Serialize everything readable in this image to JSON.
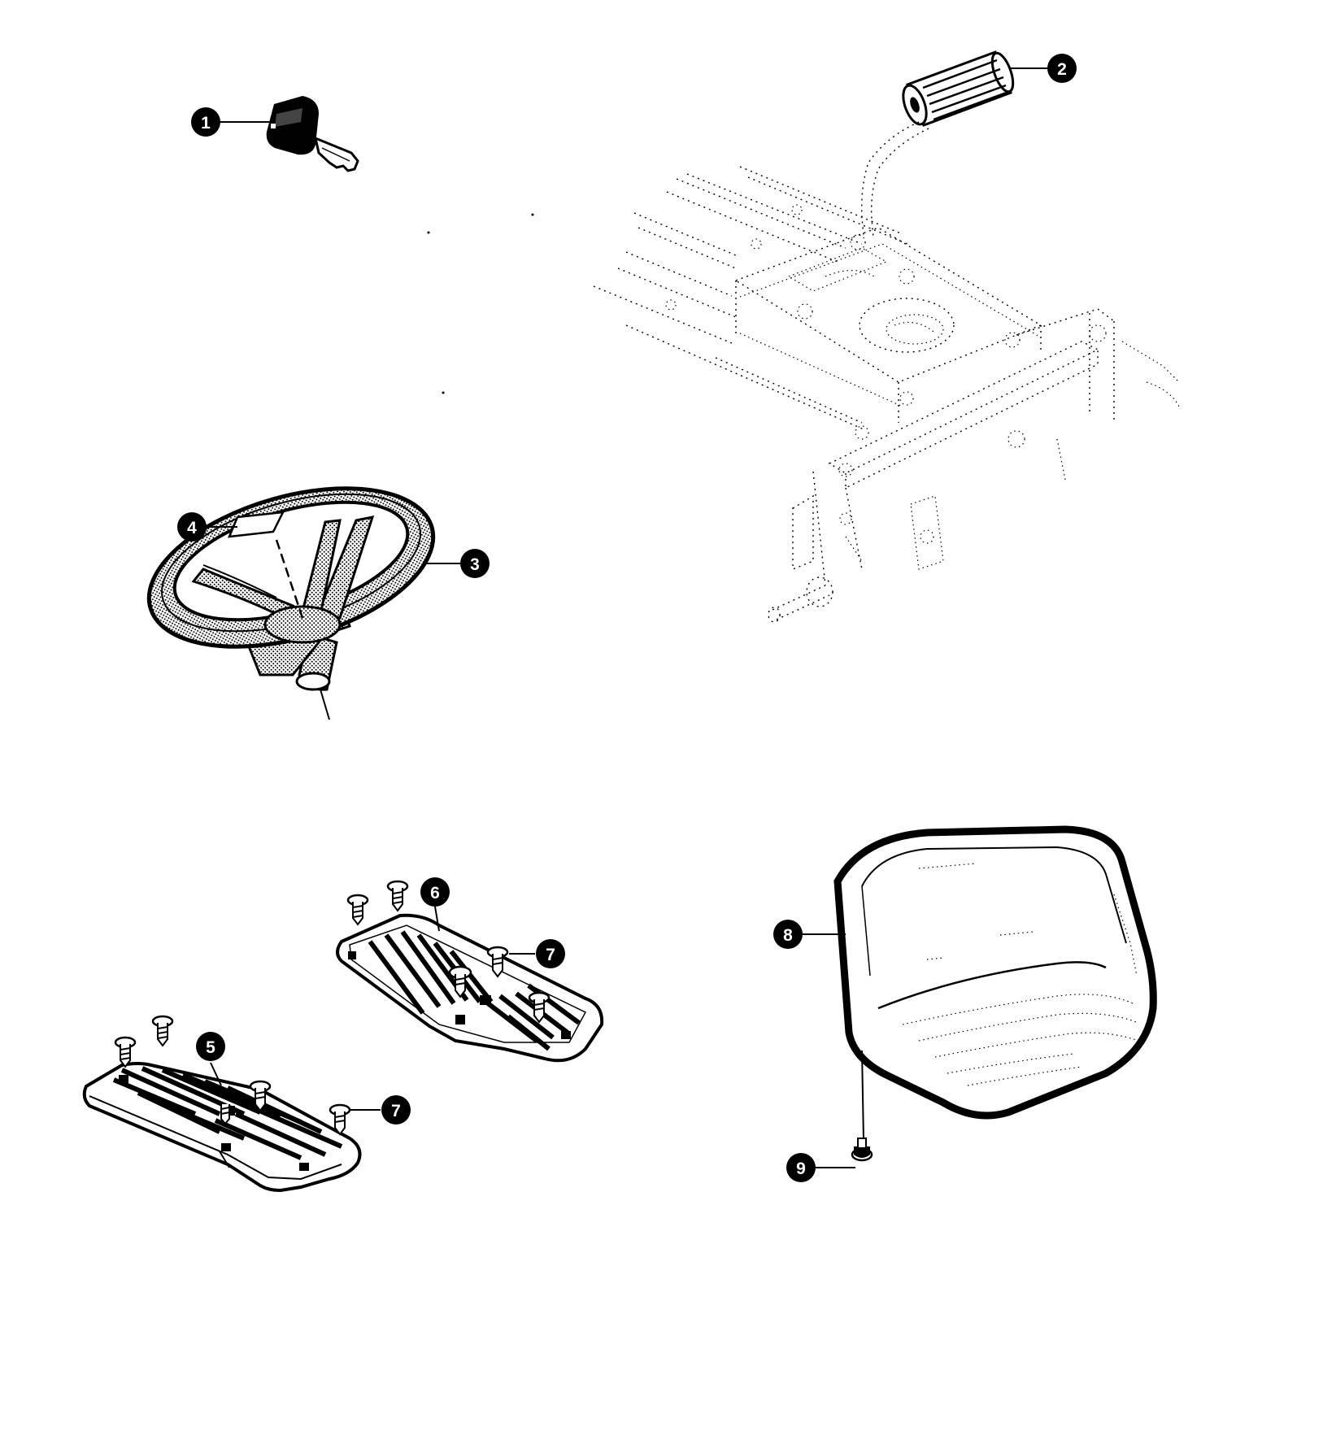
{
  "callouts": [
    {
      "id": "1",
      "label": "1"
    },
    {
      "id": "2",
      "label": "2"
    },
    {
      "id": "3",
      "label": "3"
    },
    {
      "id": "4",
      "label": "4"
    },
    {
      "id": "5",
      "label": "5"
    },
    {
      "id": "6",
      "label": "6"
    },
    {
      "id": "7a",
      "label": "7"
    },
    {
      "id": "7b",
      "label": "7"
    },
    {
      "id": "8",
      "label": "8"
    },
    {
      "id": "9",
      "label": "9"
    }
  ],
  "colors": {
    "ink": "#000000",
    "background": "#ffffff",
    "callout_text": "#ffffff"
  },
  "parts": [
    "ignition-key",
    "lift-lever-grip",
    "steering-wheel",
    "steering-wheel-cap",
    "front-footplate",
    "rear-footplate",
    "footplate-screw",
    "seat",
    "seat-knob"
  ]
}
